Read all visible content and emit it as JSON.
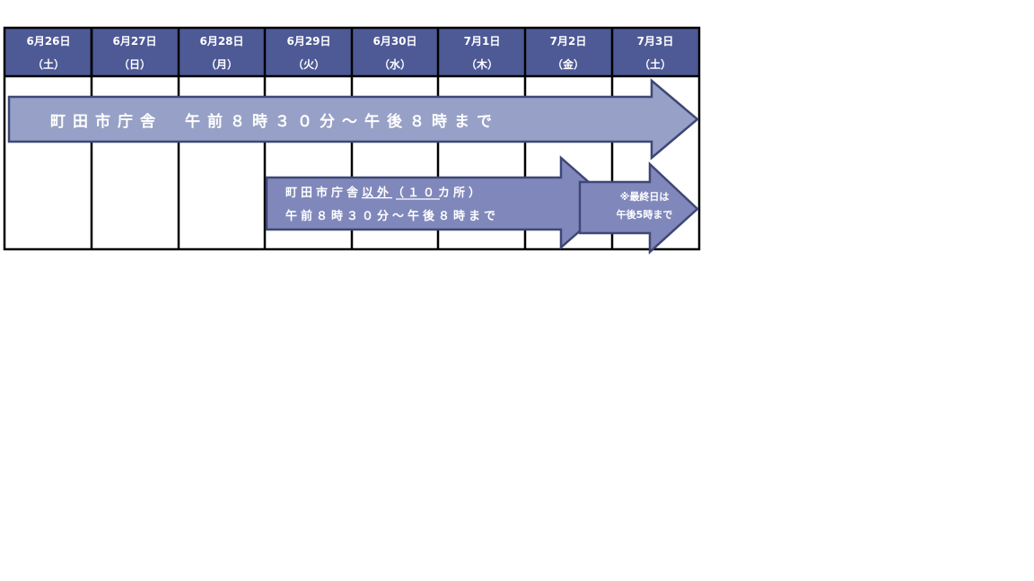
{
  "days": [
    {
      "date": "6月26日",
      "weekday": "（土）"
    },
    {
      "date": "6月27日",
      "weekday": "（日）"
    },
    {
      "date": "6月28日",
      "weekday": "（月）"
    },
    {
      "date": "6月29日",
      "weekday": "（火）"
    },
    {
      "date": "6月30日",
      "weekday": "（水）"
    },
    {
      "date": "7月1日",
      "weekday": "（木）"
    },
    {
      "date": "7月2日",
      "weekday": "（金）"
    },
    {
      "date": "7月3日",
      "weekday": "（土）"
    }
  ],
  "arrow_main": {
    "label": "町田市庁舎　午前８時３０分～午後８時まで"
  },
  "arrow_others": {
    "line1_prefix": "町田市庁舎",
    "line1_underlined": "以外",
    "line1_suffix": "（１０カ所）",
    "line2": "午前８時３０分～午後８時まで"
  },
  "arrow_last_day": {
    "line1": "※最終日は",
    "line2": "午後5時まで"
  },
  "colors": {
    "header_fill": "#4e5a96",
    "arrow_main_fill": "#97a0c6",
    "arrow_others_fill": "#8088bb",
    "arrow_stroke": "#3e4776",
    "grid_stroke": "#000000"
  }
}
